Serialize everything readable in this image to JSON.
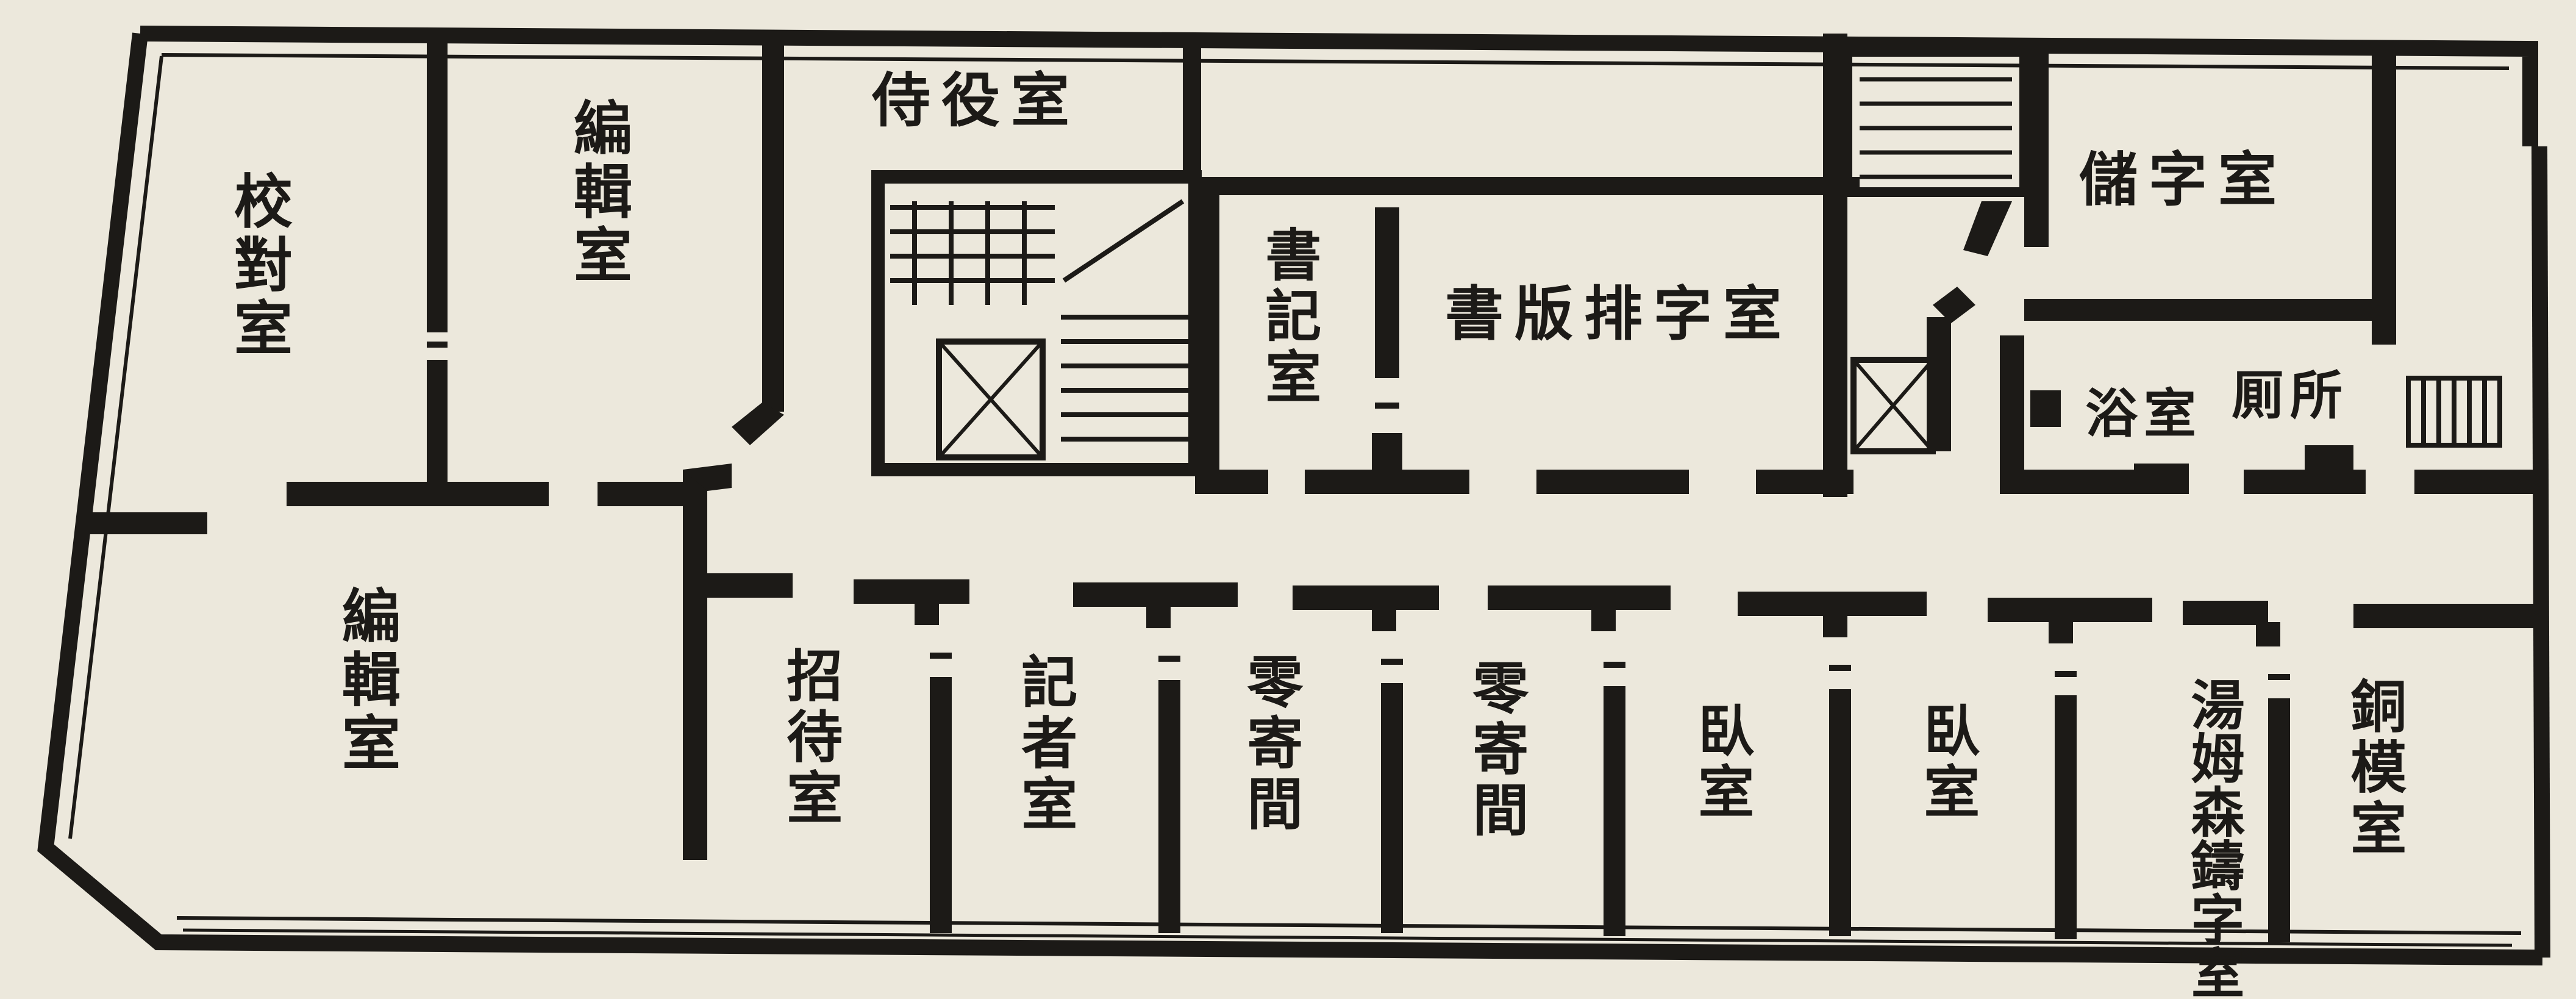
{
  "rooms": {
    "proofreading_room": "校對室",
    "editorial_room_upper": "編輯室",
    "attendants_room": "侍役室",
    "secretary_room": "書記室",
    "book_typesetting_room": "書版排字室",
    "type_storage_room": "儲字室",
    "toilet": "厠所",
    "bathroom": "浴室",
    "editorial_room_lower": "編輯室",
    "reception_room": "招待室",
    "reporters_room": "記者室",
    "lodging_room_1": "零寄間",
    "lodging_room_2": "零寄間",
    "bedroom_1": "臥室",
    "bedroom_2": "臥室",
    "thomson_typecasting_room": "湯姆森鑄字室",
    "copper_mould_room": "銅模室"
  },
  "colors": {
    "paper": "#ece8dc",
    "wall": "#1c1a17"
  }
}
